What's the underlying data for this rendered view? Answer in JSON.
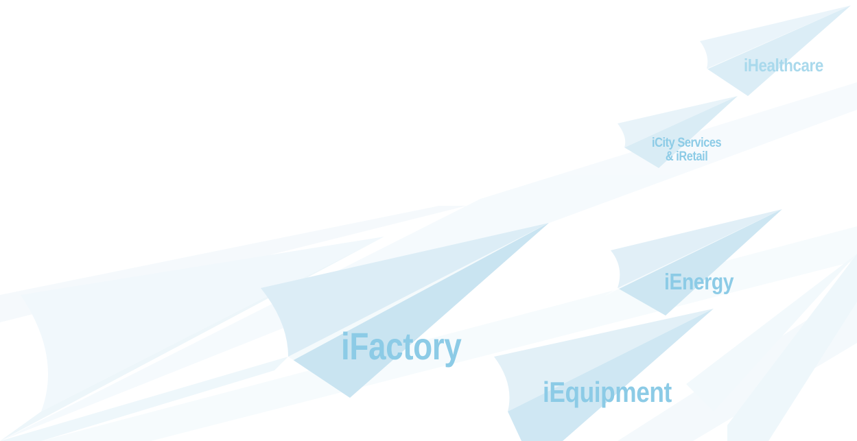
{
  "labels": {
    "healthcare": "iHealthcare",
    "city_line1": "iCity Services",
    "city_line2": "& iRetail",
    "energy": "iEnergy",
    "factory": "iFactory",
    "equipment": "iEquipment"
  },
  "colors": {
    "background": "#ffffff",
    "plane_light": "#eef7fb",
    "plane_mid": "#dcedf6",
    "plane_dark": "#c9e4f1",
    "label_blue": "#8ccbe6"
  }
}
